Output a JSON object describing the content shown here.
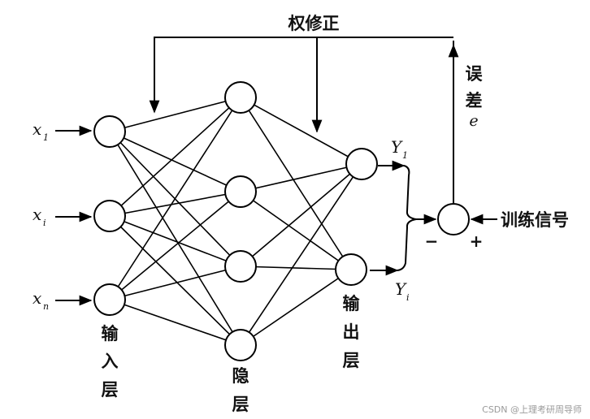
{
  "feedback": {
    "title": "权修正"
  },
  "error": {
    "label_chars": [
      "误",
      "差"
    ],
    "symbol": "e"
  },
  "inputs": [
    {
      "base": "x",
      "sub": "1"
    },
    {
      "base": "x",
      "sub": "i"
    },
    {
      "base": "x",
      "sub": "n"
    }
  ],
  "outputs": [
    {
      "base": "Y",
      "sub": "1"
    },
    {
      "base": "Y",
      "sub": "i"
    }
  ],
  "layers": {
    "input": [
      "输",
      "入",
      "层"
    ],
    "hidden": [
      "隐",
      "层"
    ],
    "output": [
      "输",
      "出",
      "层"
    ]
  },
  "comparator": {
    "minus": "−",
    "plus": "+"
  },
  "training_signal": "训练信号",
  "watermark": "CSDN @上理考研周导师"
}
